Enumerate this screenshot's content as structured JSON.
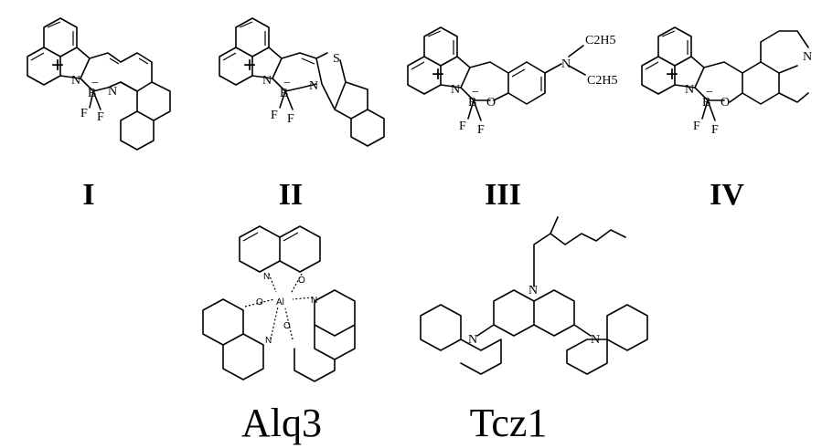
{
  "compounds": [
    {
      "id": "I",
      "label": "I"
    },
    {
      "id": "II",
      "label": "II"
    },
    {
      "id": "III",
      "label": "III",
      "substituent": {
        "ethyl_1": "C2H5",
        "ethyl_2": "C2H5"
      }
    },
    {
      "id": "IV",
      "label": "IV"
    }
  ],
  "bottom": [
    {
      "id": "alq3",
      "label": "Alq3"
    },
    {
      "id": "tcz1",
      "label": "Tcz1"
    }
  ],
  "atoms": {
    "N": "N",
    "B": "B",
    "F": "F",
    "O": "O",
    "S": "S",
    "Al": "Al",
    "plus": "+",
    "minus": "−"
  }
}
